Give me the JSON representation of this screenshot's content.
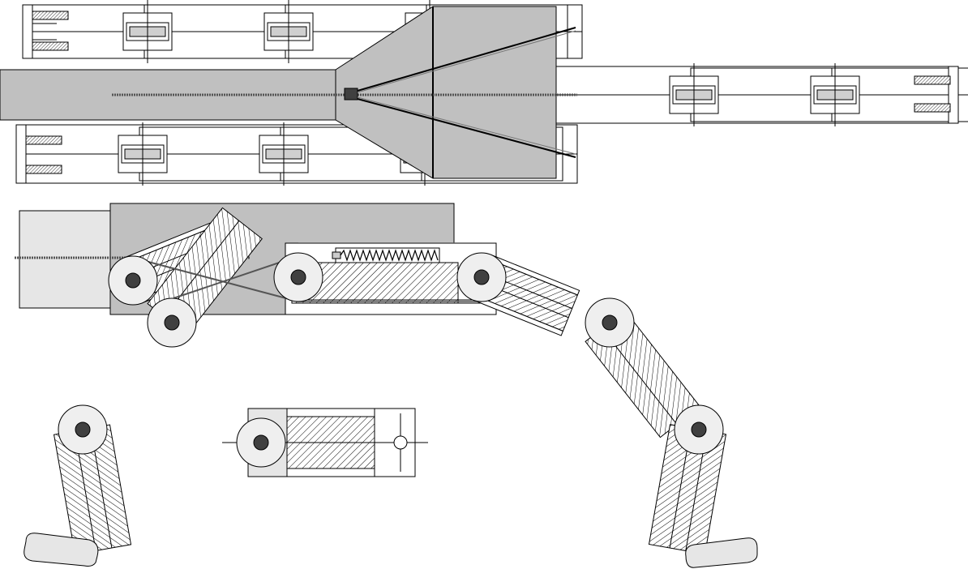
{
  "drawing": {
    "colors": {
      "background": "#ffffff",
      "outline": "#000000",
      "housing_gray": "#c0c0c0",
      "light_gray": "#e6e6e6",
      "roller_fill": "#efefef",
      "hub": "#404040",
      "hatch": "#000000"
    },
    "views": [
      {
        "name": "top-view-straight-chain",
        "label": ""
      },
      {
        "name": "side-view-curved-chain",
        "label": ""
      },
      {
        "name": "single-link-detail",
        "label": ""
      }
    ],
    "components": {
      "upper_chains": 3,
      "curved_chain_rollers": 7,
      "detail_rollers": 1,
      "tension_spring": true
    }
  }
}
